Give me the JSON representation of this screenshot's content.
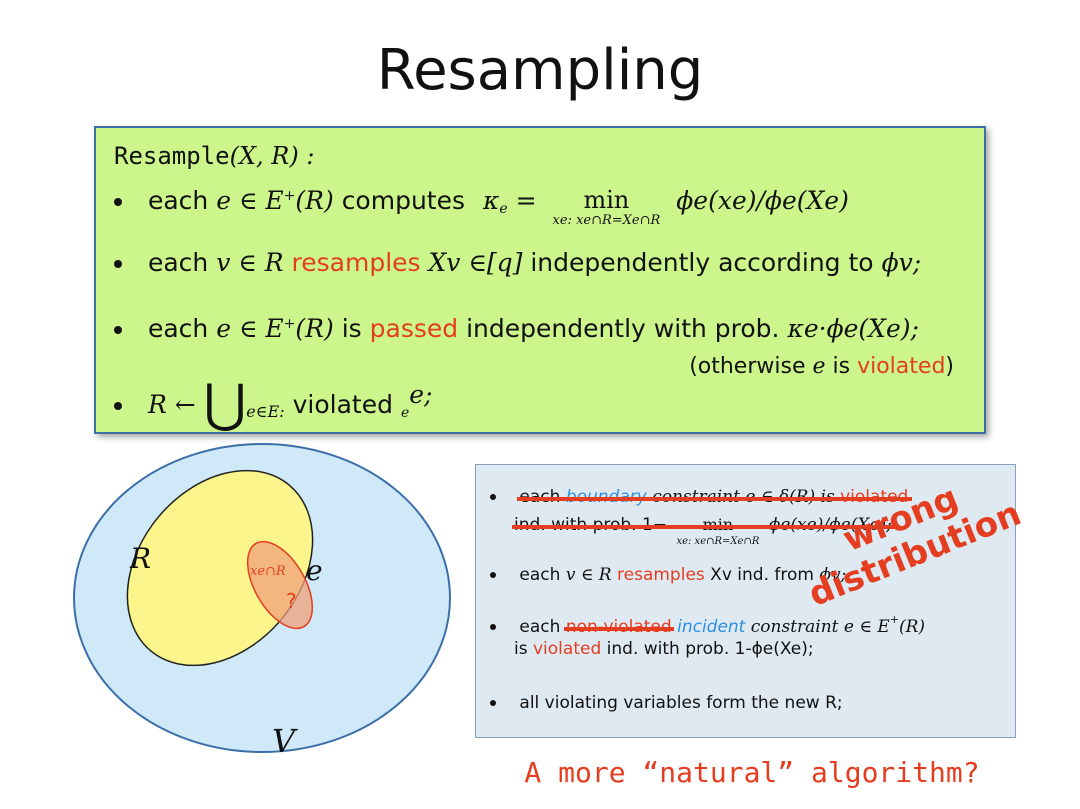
{
  "slide": {
    "title": "Resampling"
  },
  "algorithm": {
    "name": "Resample",
    "args": "(X, R) :",
    "line1": {
      "prefix": "each",
      "cond": "e ∈ E",
      "plus": "+",
      "paren": "(R)",
      "verb": "computes",
      "kappa": "κ",
      "kappa_sub": "e",
      "equals": "=",
      "min": "min",
      "min_under": "xe: xe∩R=Xe∩R",
      "expr": "ϕe(xe)/ϕe(Xe)"
    },
    "line2": {
      "prefix": "each",
      "cond": "v ∈ R",
      "verb": "resamples",
      "var": "Xv",
      "range": "∈[q]",
      "rest": "independently according to",
      "phi": "ϕv;"
    },
    "line3": {
      "prefix": "each",
      "cond": "e ∈ E",
      "plus": "+",
      "paren": "(R)",
      "is": "is",
      "verb": "passed",
      "rest": "independently with prob.",
      "prob": "κe·ϕe(Xe);"
    },
    "note": {
      "open": "(otherwise",
      "e": "e",
      "is": "is",
      "violated": "violated",
      "close": ")"
    },
    "line4": {
      "lhs": "R ←",
      "cup": "⋃",
      "under": "e∈E:",
      "label": "violated",
      "sub": "e",
      "tail": "e;"
    }
  },
  "venn": {
    "label_R": "R",
    "label_e": "e",
    "label_V": "V",
    "label_x": "xe∩R",
    "label_q": "?"
  },
  "wrong_box": {
    "b1_text": "each",
    "b1_boundary": "boundary",
    "b1_rest": "constraint e ∈ δ(R) is",
    "b1_violated": "violated",
    "b1_line2": "ind. with prob. 1−",
    "b1_min": "min",
    "b1_min_under": "xe: xe∩R=Xe∩R",
    "b1_expr": "ϕe(xe)/ϕe(Xe);",
    "b2_text": "each",
    "b2_cond": "v ∈ R",
    "b2_verb": "resamples",
    "b2_rest": "Xv ind. from",
    "b2_phi": "ϕv;",
    "b3_text": "each",
    "b3_nonviolated": "non-violated",
    "b3_incident": "incident",
    "b3_rest": "constraint e ∈ E",
    "b3_plus": "+",
    "b3_paren": "(R)",
    "b3_line2_is": "is",
    "b3_line2_violated": "violated",
    "b3_line2_rest": "ind. with prob. 1-ϕe(Xe);",
    "b4_text": "all violating variables form the new R;"
  },
  "stamp": {
    "line1": "wrong",
    "line2": "distribution"
  },
  "footer": {
    "question": "A more “natural” algorithm?"
  },
  "colors": {
    "box_green": "#ccf58c",
    "accent_red": "#e43d1f",
    "accent_blue": "#2c8fe0",
    "venn_outer": "#cfe9f8",
    "venn_inner": "#fbf58c"
  }
}
